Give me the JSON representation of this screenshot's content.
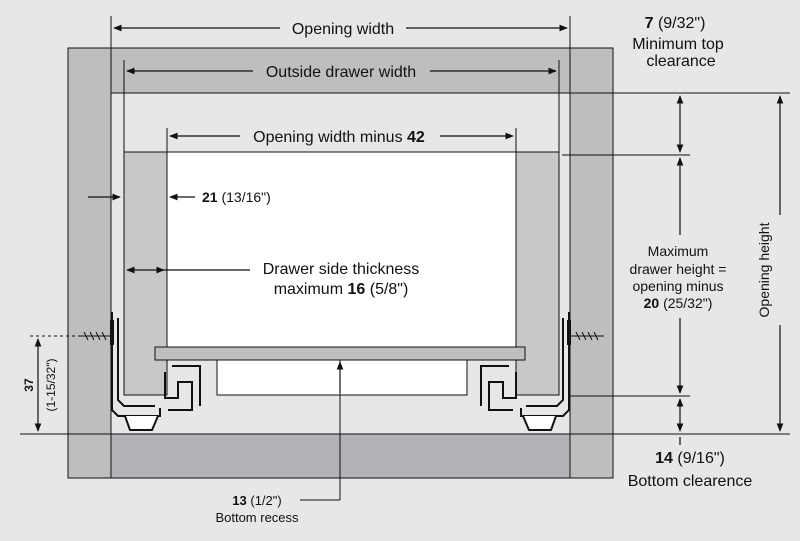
{
  "colors": {
    "background": "#e6e7e8",
    "cabinet": "#bcbec0",
    "drawer_side": "#c7c8ca",
    "drawer_box": "#ffffff",
    "bottom_panel": "#b1b3b6",
    "lines": "#111111"
  },
  "labels": {
    "opening_width": "Opening width",
    "outside_drawer_width": "Outside drawer width",
    "opening_width_minus": "Opening width minus",
    "opening_width_minus_value": "42",
    "side_gap_value": "21",
    "side_gap_imperial": "(13/16\")",
    "side_thickness_line1": "Drawer side thickness",
    "side_thickness_line2_text": "maximum",
    "side_thickness_value": "16",
    "side_thickness_imperial": "(5/8\")",
    "top_clearance_value": "7",
    "top_clearance_imperial": "(9/32\")",
    "top_clearance_line1": "Minimum top",
    "top_clearance_line2": "clearance",
    "max_height_line1": "Maximum",
    "max_height_line2": "drawer height =",
    "max_height_line3": "opening minus",
    "max_height_value": "20",
    "max_height_imperial": "(25/32\")",
    "opening_height": "Opening height",
    "bottom_clearance_value": "14",
    "bottom_clearance_imperial": "(9/16\")",
    "bottom_clearance_text": "Bottom clearence",
    "bottom_recess_value": "13",
    "bottom_recess_imperial": "(1/2\")",
    "bottom_recess_text": "Bottom recess",
    "mount_height_value": "37",
    "mount_height_imperial": "(1-15/32\")"
  }
}
